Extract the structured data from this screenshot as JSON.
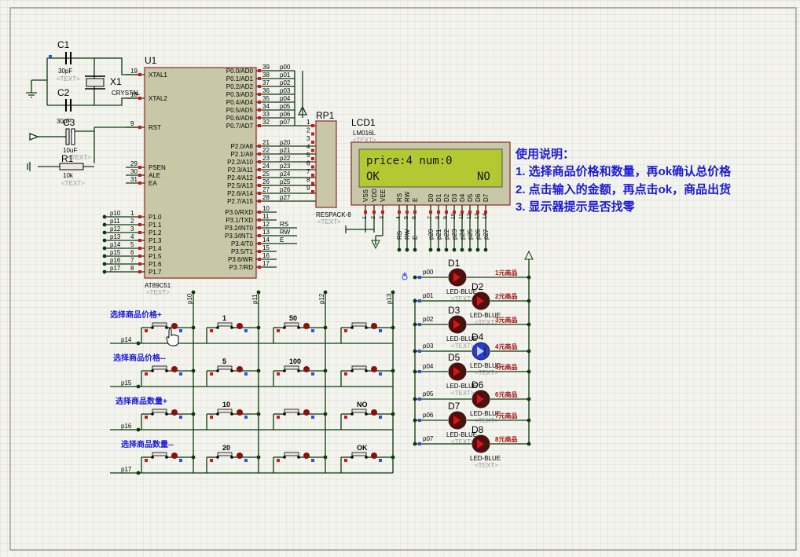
{
  "mcu": {
    "ref": "U1",
    "part": "AT89C51",
    "ghost": "<TEXT>",
    "left_pins": [
      {
        "num": "19",
        "name": "XTAL1"
      },
      {
        "num": "18",
        "name": "XTAL2"
      },
      {
        "num": "9",
        "name": "RST"
      },
      {
        "num": "29",
        "name": "PSEN"
      },
      {
        "num": "30",
        "name": "ALE"
      },
      {
        "num": "31",
        "name": "EA"
      },
      {
        "num": "1",
        "name": "P1.0"
      },
      {
        "num": "2",
        "name": "P1.1"
      },
      {
        "num": "3",
        "name": "P1.2"
      },
      {
        "num": "4",
        "name": "P1.3"
      },
      {
        "num": "5",
        "name": "P1.4"
      },
      {
        "num": "6",
        "name": "P1.5"
      },
      {
        "num": "7",
        "name": "P1.6"
      },
      {
        "num": "8",
        "name": "P1.7"
      }
    ],
    "p1_nets": [
      "p10",
      "p11",
      "p12",
      "p13",
      "p14",
      "p15",
      "p16",
      "p17"
    ],
    "p0_pins": [
      {
        "num": "39",
        "name": "P0.0/AD0",
        "net": "p00"
      },
      {
        "num": "38",
        "name": "P0.1/AD1",
        "net": "p01"
      },
      {
        "num": "37",
        "name": "P0.2/AD2",
        "net": "p02"
      },
      {
        "num": "36",
        "name": "P0.3/AD3",
        "net": "p03"
      },
      {
        "num": "35",
        "name": "P0.4/AD4",
        "net": "p04"
      },
      {
        "num": "34",
        "name": "P0.5/AD5",
        "net": "p05"
      },
      {
        "num": "33",
        "name": "P0.6/AD6",
        "net": "p06"
      },
      {
        "num": "32",
        "name": "P0.7/AD7",
        "net": "p07"
      }
    ],
    "p2_pins": [
      {
        "num": "21",
        "name": "P2.0/A8",
        "net": "p20"
      },
      {
        "num": "22",
        "name": "P2.1/A9",
        "net": "p21"
      },
      {
        "num": "23",
        "name": "P2.2/A10",
        "net": "p22"
      },
      {
        "num": "24",
        "name": "P2.3/A11",
        "net": "p23"
      },
      {
        "num": "25",
        "name": "P2.4/A12",
        "net": "p24"
      },
      {
        "num": "26",
        "name": "P2.5/A13",
        "net": "p25"
      },
      {
        "num": "27",
        "name": "P2.6/A14",
        "net": "p26"
      },
      {
        "num": "28",
        "name": "P2.7/A15",
        "net": "p27"
      }
    ],
    "p3_pins": [
      {
        "num": "10",
        "name": "P3.0/RXD",
        "net": ""
      },
      {
        "num": "11",
        "name": "P3.1/TXD",
        "net": ""
      },
      {
        "num": "12",
        "name": "P3.2/INT0",
        "net": "RS"
      },
      {
        "num": "13",
        "name": "P3.3/INT1",
        "net": "RW"
      },
      {
        "num": "14",
        "name": "P3.4/T0",
        "net": "E"
      },
      {
        "num": "15",
        "name": "P3.5/T1",
        "net": ""
      },
      {
        "num": "16",
        "name": "P3.6/WR",
        "net": ""
      },
      {
        "num": "17",
        "name": "P3.7/RD",
        "net": ""
      }
    ]
  },
  "crystal": {
    "ref": "X1",
    "part": "CRYSTAL"
  },
  "c1": {
    "ref": "C1",
    "value": "30pF",
    "ghost": "<TEXT>"
  },
  "c2": {
    "ref": "C2",
    "value": "30pF"
  },
  "c3": {
    "ref": "C3",
    "value": "10uF",
    "ghost": "<TEXT>"
  },
  "r1": {
    "ref": "R1",
    "value": "10k",
    "ghost": "<TEXT>"
  },
  "respack": {
    "ref": "RP1",
    "part": "RESPACK-8",
    "ghost": "<TEXT>",
    "pins": [
      "1",
      "2",
      "3",
      "4",
      "5",
      "6",
      "7",
      "8",
      "9"
    ]
  },
  "lcd": {
    "ref": "LCD1",
    "part": "LM016L",
    "ghost": "<TEXT>",
    "line1": "price:4  num:0",
    "line2_left": "OK",
    "line2_right": "NO",
    "pins": [
      "VSS",
      "VDD",
      "VEE",
      "RS",
      "RW",
      "E",
      "D0",
      "D1",
      "D2",
      "D3",
      "D4",
      "D5",
      "D6",
      "D7"
    ],
    "pin_nums": [
      "1",
      "2",
      "3",
      "4",
      "5",
      "6",
      "7",
      "8",
      "9",
      "10",
      "11",
      "12",
      "13",
      "14"
    ],
    "nets": [
      "RS",
      "RW",
      "E",
      "p20",
      "p21",
      "p22",
      "p23",
      "p24",
      "p25",
      "p26",
      "p27"
    ]
  },
  "instructions": {
    "title": "使用说明：",
    "lines": [
      "1. 选择商品价格和数量，再ok确认总价格",
      "2. 点击输入的金额，再点击ok，商品出货",
      "3. 显示器提示是否找零"
    ]
  },
  "leds": [
    {
      "ref": "D1",
      "net": "p00",
      "label": "1元商品",
      "part": "LED-BLUE",
      "ghost": "<TEXT>",
      "lit": false
    },
    {
      "ref": "D2",
      "net": "p01",
      "label": "2元商品",
      "part": "LED-BLUE",
      "ghost": "<TEXT>",
      "lit": false
    },
    {
      "ref": "D3",
      "net": "p02",
      "label": "3元商品",
      "part": "LED-BLUE",
      "ghost": "<TEXT>",
      "lit": false
    },
    {
      "ref": "D4",
      "net": "p03",
      "label": "4元商品",
      "part": "LED-BLUE",
      "ghost": "<TEXT>",
      "lit": true
    },
    {
      "ref": "D5",
      "net": "p04",
      "label": "5元商品",
      "part": "LED-BLUE",
      "ghost": "<TEXT>",
      "lit": false
    },
    {
      "ref": "D6",
      "net": "p05",
      "label": "6元商品",
      "part": "LED-BLUE",
      "ghost": "<TEXT>",
      "lit": false
    },
    {
      "ref": "D7",
      "net": "p06",
      "label": "7元商品",
      "part": "LED-BLUE",
      "ghost": "<TEXT>",
      "lit": false
    },
    {
      "ref": "D8",
      "net": "p07",
      "label": "8元商品",
      "part": "LED-BLUE",
      "ghost": "<TEXT>",
      "lit": false
    }
  ],
  "keypad": {
    "col_nets": [
      "p10",
      "p11",
      "p12",
      "p13"
    ],
    "row_nets": [
      "p14",
      "p15",
      "p16",
      "p17"
    ],
    "row_labels": [
      "选择商品价格+",
      "选择商品价格--",
      "选择商品数量+",
      "选择商品数量--"
    ],
    "key_labels": [
      [
        "",
        "1",
        "50",
        ""
      ],
      [
        "",
        "5",
        "100",
        ""
      ],
      [
        "",
        "10",
        "",
        "NO"
      ],
      [
        "",
        "20",
        "",
        "OK"
      ]
    ]
  },
  "colors": {
    "wire": "#0b3b0b",
    "body": "#c8c8a8",
    "body_stroke": "#8a2a2a",
    "led_off": "#5a0a0a",
    "led_on": "#2a3ad8",
    "lcd_bg": "#b4c832",
    "text_blue": "#1a1ad8",
    "label_red": "#a01010"
  }
}
